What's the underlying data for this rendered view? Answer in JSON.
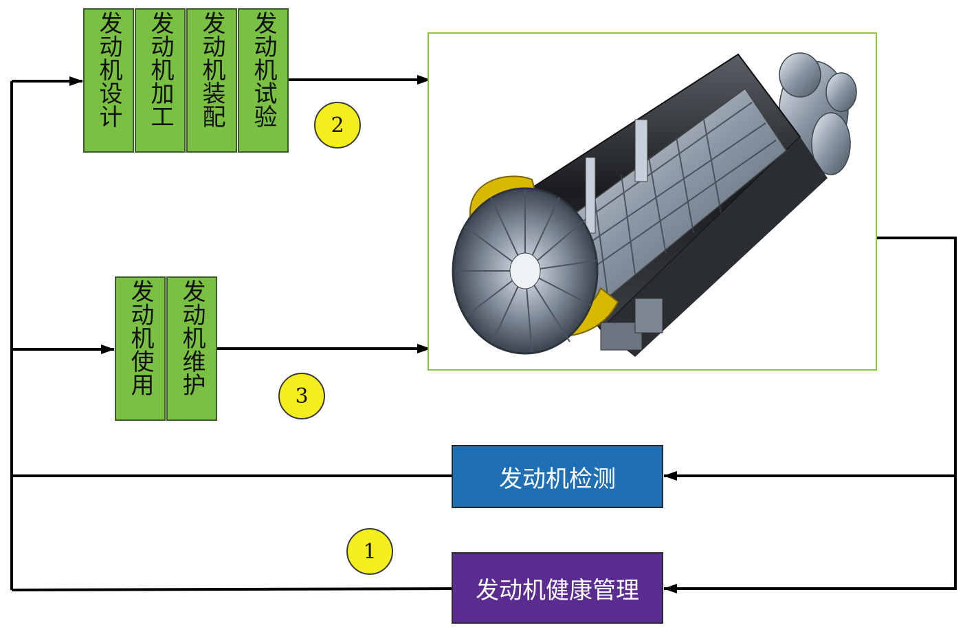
{
  "top_group": {
    "boxes": [
      {
        "label": "发动机设计"
      },
      {
        "label": "发动机加工"
      },
      {
        "label": "发动机装配"
      },
      {
        "label": "发动机试验"
      }
    ],
    "badge": "2"
  },
  "middle_group": {
    "boxes": [
      {
        "label": "发动机使用"
      },
      {
        "label": "发动机维护"
      }
    ],
    "badge": "3"
  },
  "detect_box": {
    "label": "发动机检测",
    "color": "#1f6fb4"
  },
  "health_box": {
    "label": "发动机健康管理",
    "color": "#5b2c8f"
  },
  "loop_badge": "1",
  "colors": {
    "green_box": "#7ac143",
    "badge": "#f4ee1e",
    "frame": "#8dc63f"
  },
  "image": {
    "icon": "turbofan-engine-cutaway-illustration"
  }
}
